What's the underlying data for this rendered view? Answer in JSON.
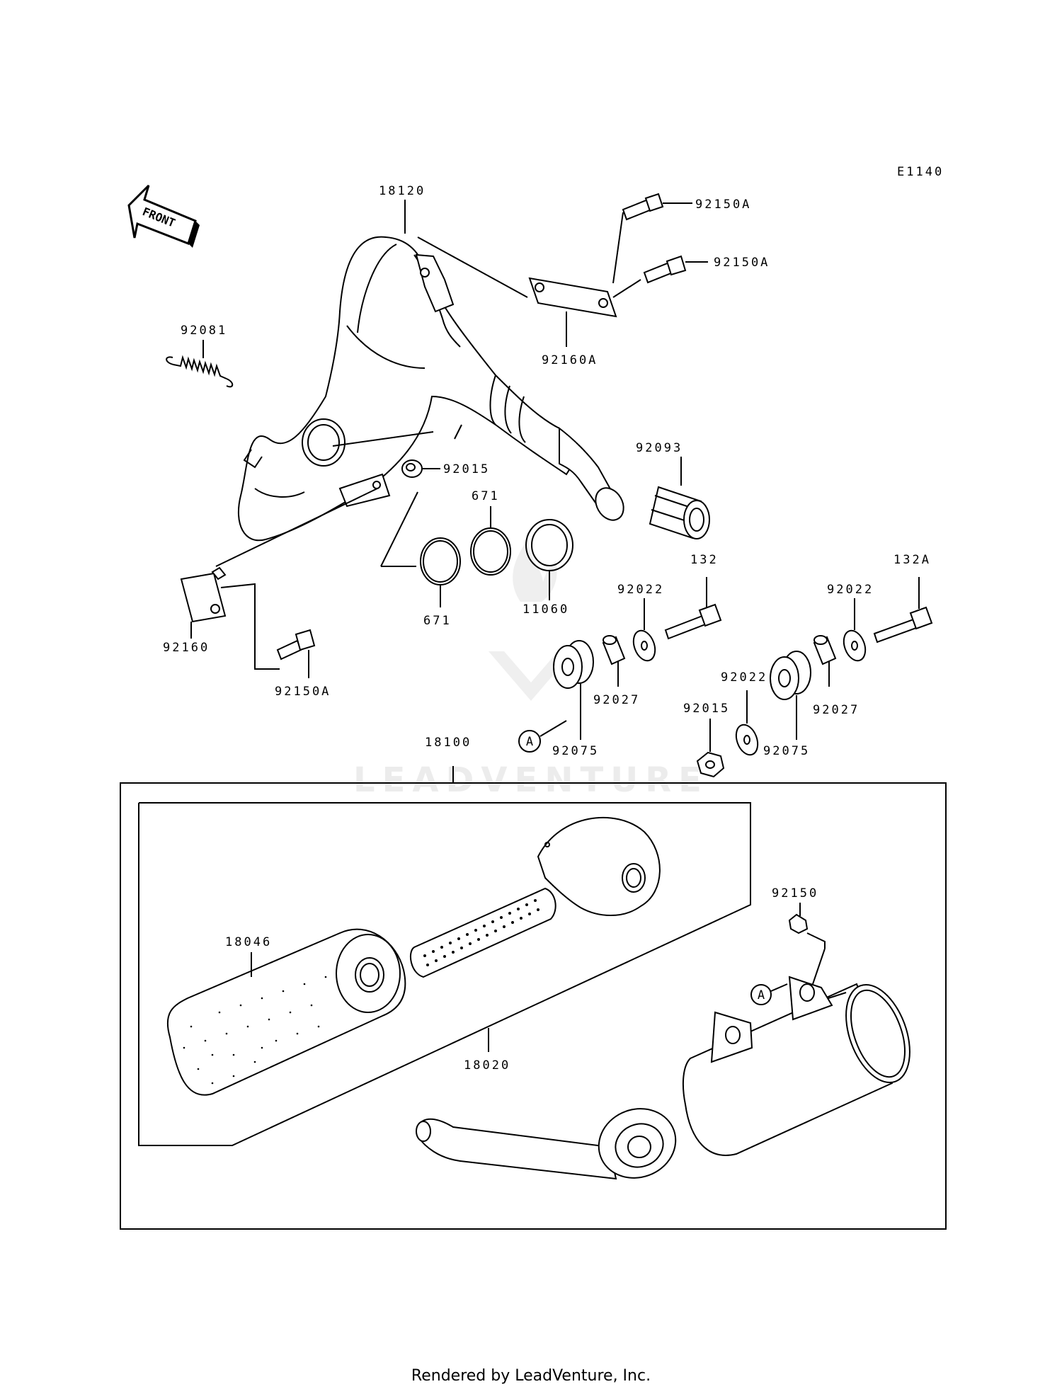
{
  "diagram_code": "E1140",
  "front_label": "FRONT",
  "watermark": "LEADVENTURE",
  "footer": "Rendered by LeadVenture, Inc.",
  "callout_letter": "A",
  "parts": {
    "p18120": "18120",
    "p92150A_1": "92150A",
    "p92150A_2": "92150A",
    "p92160A": "92160A",
    "p92081": "92081",
    "p92015_top": "92015",
    "p671_top": "671",
    "p92093": "92093",
    "p671_bottom": "671",
    "p11060": "11060",
    "p92160": "92160",
    "p92150A_3": "92150A",
    "p132": "132",
    "p132A": "132A",
    "p92022_1": "92022",
    "p92022_2": "92022",
    "p92022_3": "92022",
    "p92015_mid": "92015",
    "p92027_1": "92027",
    "p92027_2": "92027",
    "p92075_1": "92075",
    "p92075_2": "92075",
    "p18100": "18100",
    "p18046": "18046",
    "p18020": "18020",
    "p92150": "92150"
  }
}
